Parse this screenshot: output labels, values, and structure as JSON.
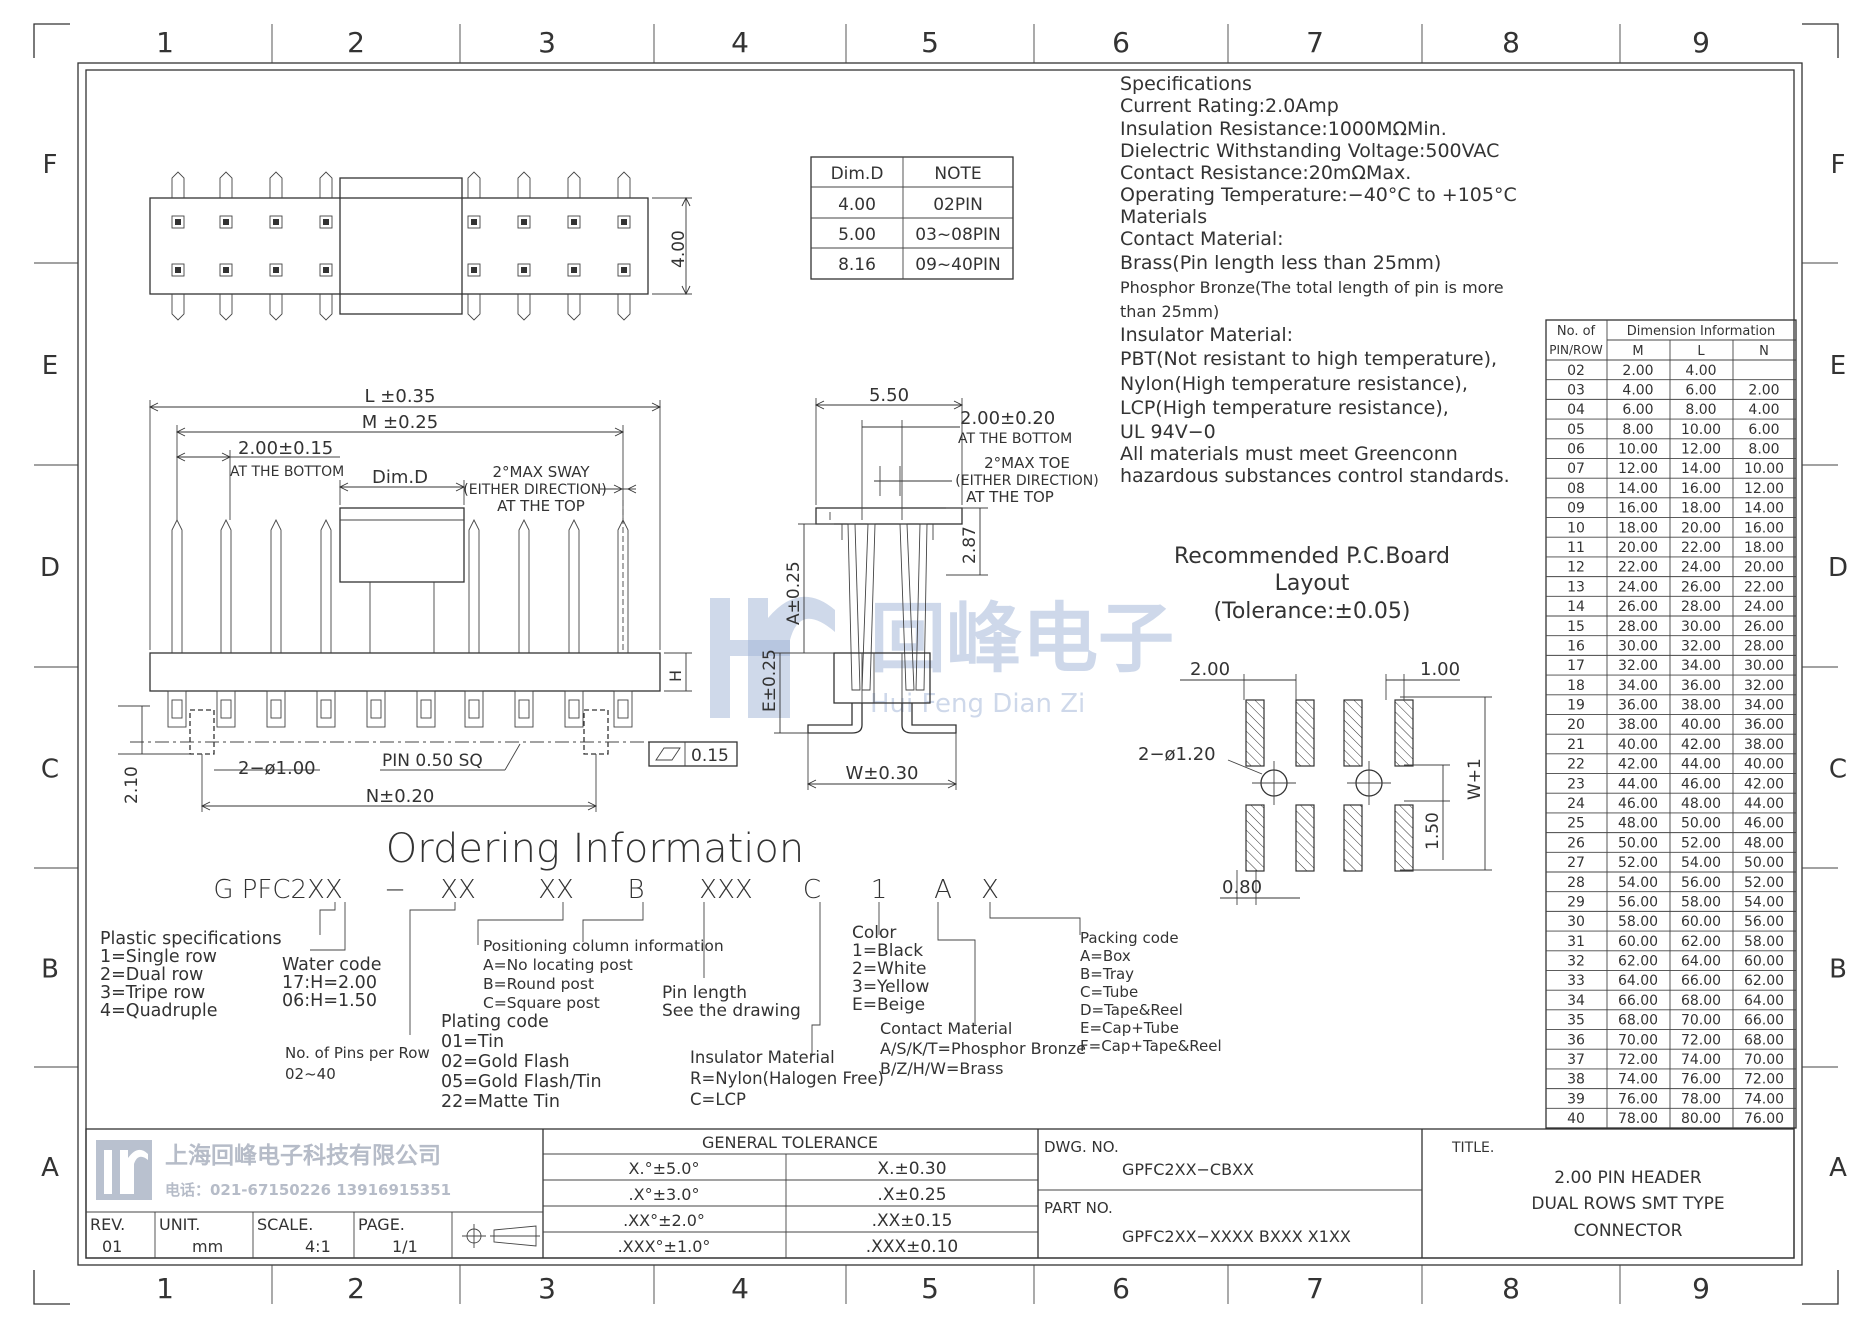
{
  "border": {
    "cols": [
      "1",
      "2",
      "3",
      "4",
      "5",
      "6",
      "7",
      "8",
      "9"
    ],
    "rows": [
      "F",
      "E",
      "D",
      "C",
      "B",
      "A"
    ]
  },
  "dimd_table": {
    "headers": [
      "Dim.D",
      "NOTE"
    ],
    "rows": [
      [
        "4.00",
        "02PIN"
      ],
      [
        "5.00",
        "03~08PIN"
      ],
      [
        "8.16",
        "09~40PIN"
      ]
    ]
  },
  "specs": {
    "lines": [
      "Specifications",
      "Current  Rating:2.0Amp",
      "Insulation  Resistance:1000MΩMin.",
      "Dielectric  Withstanding  Voltage:500VAC",
      "Contact  Resistance:20mΩMax.",
      "Operating  Temperature:−40°C  to  +105°C",
      "Materials",
      "Contact  Material:",
      "Brass(Pin  length  less  than  25mm)",
      "Phosphor Bronze(The total length of pin is more",
      "than 25mm)",
      "Insulator  Material:",
      "PBT(Not  resistant  to  high  temperature),",
      "Nylon(High  temperature  resistance),",
      "LCP(High  temperature  resistance),",
      "UL  94V−0",
      "All  materials  must  meet  Greenconn",
      "hazardous  substances  control  standards."
    ]
  },
  "dim_table": {
    "title_col1_a": "No.  of",
    "title_col1_b": "PIN/ROW",
    "title_group": "Dimension  Information",
    "headers": [
      "M",
      "L",
      "N"
    ],
    "rows": [
      [
        "02",
        "2.00",
        "4.00",
        ""
      ],
      [
        "03",
        "4.00",
        "6.00",
        "2.00"
      ],
      [
        "04",
        "6.00",
        "8.00",
        "4.00"
      ],
      [
        "05",
        "8.00",
        "10.00",
        "6.00"
      ],
      [
        "06",
        "10.00",
        "12.00",
        "8.00"
      ],
      [
        "07",
        "12.00",
        "14.00",
        "10.00"
      ],
      [
        "08",
        "14.00",
        "16.00",
        "12.00"
      ],
      [
        "09",
        "16.00",
        "18.00",
        "14.00"
      ],
      [
        "10",
        "18.00",
        "20.00",
        "16.00"
      ],
      [
        "11",
        "20.00",
        "22.00",
        "18.00"
      ],
      [
        "12",
        "22.00",
        "24.00",
        "20.00"
      ],
      [
        "13",
        "24.00",
        "26.00",
        "22.00"
      ],
      [
        "14",
        "26.00",
        "28.00",
        "24.00"
      ],
      [
        "15",
        "28.00",
        "30.00",
        "26.00"
      ],
      [
        "16",
        "30.00",
        "32.00",
        "28.00"
      ],
      [
        "17",
        "32.00",
        "34.00",
        "30.00"
      ],
      [
        "18",
        "34.00",
        "36.00",
        "32.00"
      ],
      [
        "19",
        "36.00",
        "38.00",
        "34.00"
      ],
      [
        "20",
        "38.00",
        "40.00",
        "36.00"
      ],
      [
        "21",
        "40.00",
        "42.00",
        "38.00"
      ],
      [
        "22",
        "42.00",
        "44.00",
        "40.00"
      ],
      [
        "23",
        "44.00",
        "46.00",
        "42.00"
      ],
      [
        "24",
        "46.00",
        "48.00",
        "44.00"
      ],
      [
        "25",
        "48.00",
        "50.00",
        "46.00"
      ],
      [
        "26",
        "50.00",
        "52.00",
        "48.00"
      ],
      [
        "27",
        "52.00",
        "54.00",
        "50.00"
      ],
      [
        "28",
        "54.00",
        "56.00",
        "52.00"
      ],
      [
        "29",
        "56.00",
        "58.00",
        "54.00"
      ],
      [
        "30",
        "58.00",
        "60.00",
        "56.00"
      ],
      [
        "31",
        "60.00",
        "62.00",
        "58.00"
      ],
      [
        "32",
        "62.00",
        "64.00",
        "60.00"
      ],
      [
        "33",
        "64.00",
        "66.00",
        "62.00"
      ],
      [
        "34",
        "66.00",
        "68.00",
        "64.00"
      ],
      [
        "35",
        "68.00",
        "70.00",
        "66.00"
      ],
      [
        "36",
        "70.00",
        "72.00",
        "68.00"
      ],
      [
        "37",
        "72.00",
        "74.00",
        "70.00"
      ],
      [
        "38",
        "74.00",
        "76.00",
        "72.00"
      ],
      [
        "39",
        "76.00",
        "78.00",
        "74.00"
      ],
      [
        "40",
        "78.00",
        "80.00",
        "76.00"
      ]
    ]
  },
  "top_view": {
    "height_dim": "4.00"
  },
  "front_view": {
    "l_dim": "L  ±0.35",
    "m_dim": "M  ±0.25",
    "pitch_dim": "2.00±0.15",
    "pitch_note": "AT  THE  BOTTOM",
    "dimd": "Dim.D",
    "sway_1": "2°MAX  SWAY",
    "sway_2": "(EITHER  DIRECTION)",
    "sway_3": "AT  THE  TOP",
    "h_dim": "H",
    "post_dim": "2−ø1.00",
    "pin_sq": "PIN  0.50  SQ",
    "flatness": "0.15",
    "n_dim": "N±0.20",
    "height_210": "2.10"
  },
  "side_view": {
    "w550": "5.50",
    "pitch": "2.00±0.20",
    "pitch_note": "AT  THE  BOTTOM",
    "toe_1": "2°MAX  TOE",
    "toe_2": "(EITHER  DIRECTION)",
    "toe_3": "AT  THE  TOP",
    "h287": "2.87",
    "a_dim": "A±0.25",
    "e_dim": "E±0.25",
    "w_dim": "W±0.30"
  },
  "pcb": {
    "title_1": "Recommended  P.C.Board",
    "title_2": "Layout",
    "title_3": "(Tolerance:±0.05)",
    "d200": "2.00",
    "d100": "1.00",
    "hole": "2−ø1.20",
    "w1": "W+1",
    "d150": "1.50",
    "d080": "0.80"
  },
  "watermark": {
    "cn": "回峰电子",
    "en": "Hui  Feng  Dian  Zi"
  },
  "ordering": {
    "title": "Ordering  Information",
    "code_parts": [
      "G  PFC2XX",
      "−",
      "XX",
      "XX",
      "B",
      "XXX",
      "C",
      "1",
      "A",
      "X"
    ],
    "plastic": [
      "Plastic  specifications",
      "1=Single  row",
      "2=Dual  row",
      "3=Tripe  row",
      "4=Quadruple"
    ],
    "water": [
      "Water  code",
      "17:H=2.00",
      "06:H=1.50"
    ],
    "pins": [
      "No.  of  Pins  per  Row",
      "02~40"
    ],
    "plating": [
      "Plating  code",
      "01=Tin",
      "02=Gold  Flash",
      "05=Gold  Flash/Tin",
      "22=Matte  Tin"
    ],
    "positioning": [
      "Positioning  column  information",
      "A=No  locating  post",
      "B=Round  post",
      "C=Square  post"
    ],
    "pin_length": [
      "Pin  length",
      "See  the  drawing"
    ],
    "insulator": [
      "Insulator  Material",
      "R=Nylon(Halogen  Free)",
      "C=LCP"
    ],
    "color": [
      "Color",
      "1=Black",
      "2=White",
      "3=Yellow",
      "E=Beige"
    ],
    "contact": [
      "Contact  Material",
      "A/S/K/T=Phosphor  Bronze",
      "B/Z/H/W=Brass"
    ],
    "packing": [
      "Packing  code",
      "A=Box",
      "B=Tray",
      "C=Tube",
      "D=Tape&Reel",
      "E=Cap+Tube",
      "F=Cap+Tape&Reel"
    ]
  },
  "title_block": {
    "company": "上海回峰电子科技有限公司",
    "phone": "电话：021-67150226   13916915351",
    "rev_label": "REV.",
    "rev": "01",
    "unit_label": "UNIT.",
    "unit": "mm",
    "scale_label": "SCALE.",
    "scale": "4:1",
    "page_label": "PAGE.",
    "page": "1/1",
    "tol_title": "GENERAL  TOLERANCE",
    "tol_left": [
      "X.°±5.0°",
      ".X°±3.0°",
      ".XX°±2.0°",
      ".XXX°±1.0°"
    ],
    "tol_right": [
      "X.±0.30",
      ".X±0.25",
      ".XX±0.15",
      ".XXX±0.10"
    ],
    "dwg_label": "DWG.  NO.",
    "dwg": "GPFC2XX−CBXX",
    "part_label": "PART  NO.",
    "part": "GPFC2XX−XXXX  BXXX  X1XX",
    "title_label": "TITLE.",
    "title_lines": [
      "2.00  PIN  HEADER",
      "DUAL  ROWS  SMT  TYPE",
      "CONNECTOR"
    ]
  },
  "colors": {
    "line": "#333333",
    "watermark": "#9fb3d6"
  }
}
